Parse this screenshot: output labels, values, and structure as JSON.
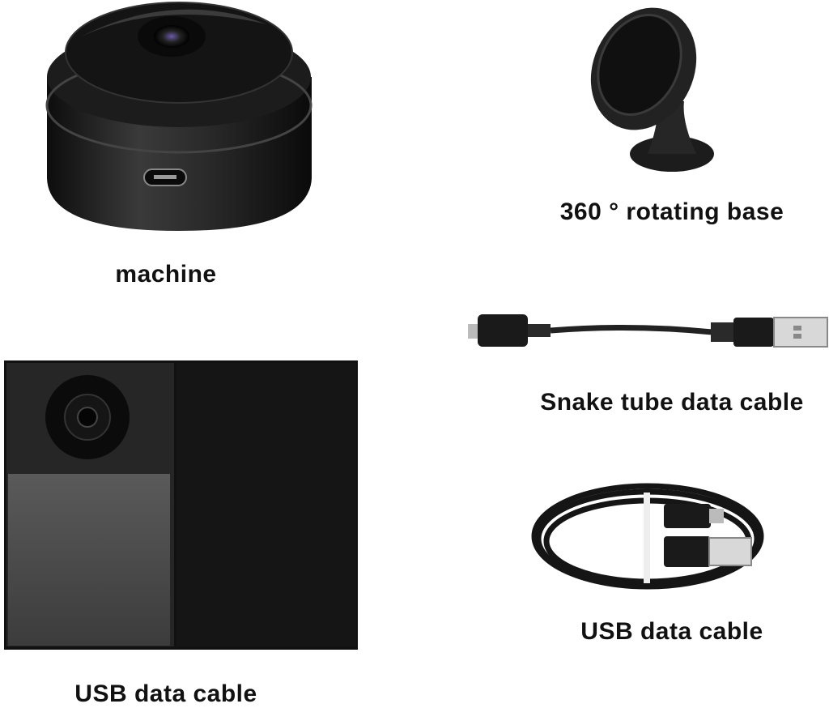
{
  "items": [
    {
      "id": "machine",
      "label": "machine"
    },
    {
      "id": "rotating-base",
      "label": "360 ° rotating base"
    },
    {
      "id": "snake-cable",
      "label": "Snake tube data cable"
    },
    {
      "id": "box",
      "label": "USB data cable"
    },
    {
      "id": "usb-cable",
      "label": "USB data cable"
    }
  ],
  "colors": {
    "background": "#ffffff",
    "product": "#1a1a1a",
    "text": "#111111"
  }
}
